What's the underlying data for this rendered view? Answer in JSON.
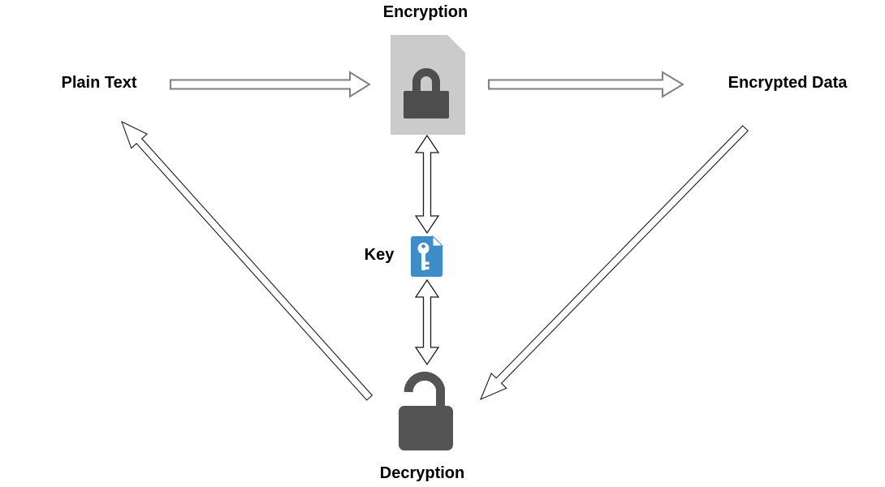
{
  "diagram": {
    "type": "flow-diagram",
    "topic": "symmetric encryption / decryption with shared key"
  },
  "nodes": {
    "encryption": {
      "label": "Encryption",
      "icon": "document-with-closed-padlock"
    },
    "plain_text": {
      "label": "Plain Text"
    },
    "encrypted_data": {
      "label": "Encrypted Data"
    },
    "key": {
      "label": "Key",
      "icon": "key-file"
    },
    "decryption": {
      "label": "Decryption",
      "icon": "open-padlock"
    }
  },
  "flow": [
    {
      "from": "Plain Text",
      "to": "Encryption",
      "arrow": "single-hollow"
    },
    {
      "from": "Encryption",
      "to": "Encrypted Data",
      "arrow": "single-hollow"
    },
    {
      "from": "Encryption",
      "to": "Key",
      "arrow": "double-headed-hollow"
    },
    {
      "from": "Key",
      "to": "Decryption",
      "arrow": "double-headed-hollow"
    },
    {
      "from": "Encrypted Data",
      "to": "Decryption",
      "arrow": "single-hollow-diagonal"
    },
    {
      "from": "Decryption",
      "to": "Plain Text",
      "arrow": "single-hollow-diagonal"
    }
  ],
  "colors": {
    "background": "#FFFFFF",
    "document_gray": "#CBCBCB",
    "lock_dark": "#4D4D4D",
    "open_lock_dark": "#545454",
    "key_blue": "#3F8DC6",
    "white": "#FFFFFF",
    "arrow_outline_gray": "#808080",
    "arrow_outline_dark": "#1A1A1A",
    "text": "#000000"
  }
}
